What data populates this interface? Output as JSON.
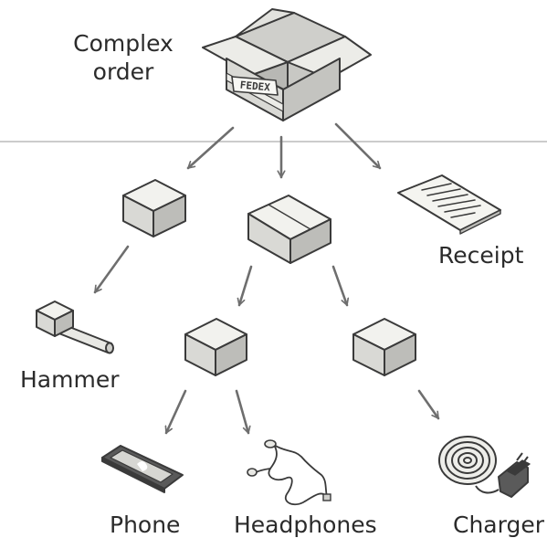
{
  "labels": {
    "complex_order": "Complex\norder",
    "box_stamp": "FEDEX",
    "receipt": "Receipt",
    "hammer": "Hammer",
    "phone": "Phone",
    "headphones": "Headphones",
    "charger": "Charger"
  },
  "colors": {
    "stroke": "#3a3a3a",
    "box_top": "#f2f2ee",
    "box_left": "#d9d9d5",
    "box_right": "#bdbdb9",
    "arrow": "#6e6e6e",
    "divider": "#9a9a9a"
  }
}
